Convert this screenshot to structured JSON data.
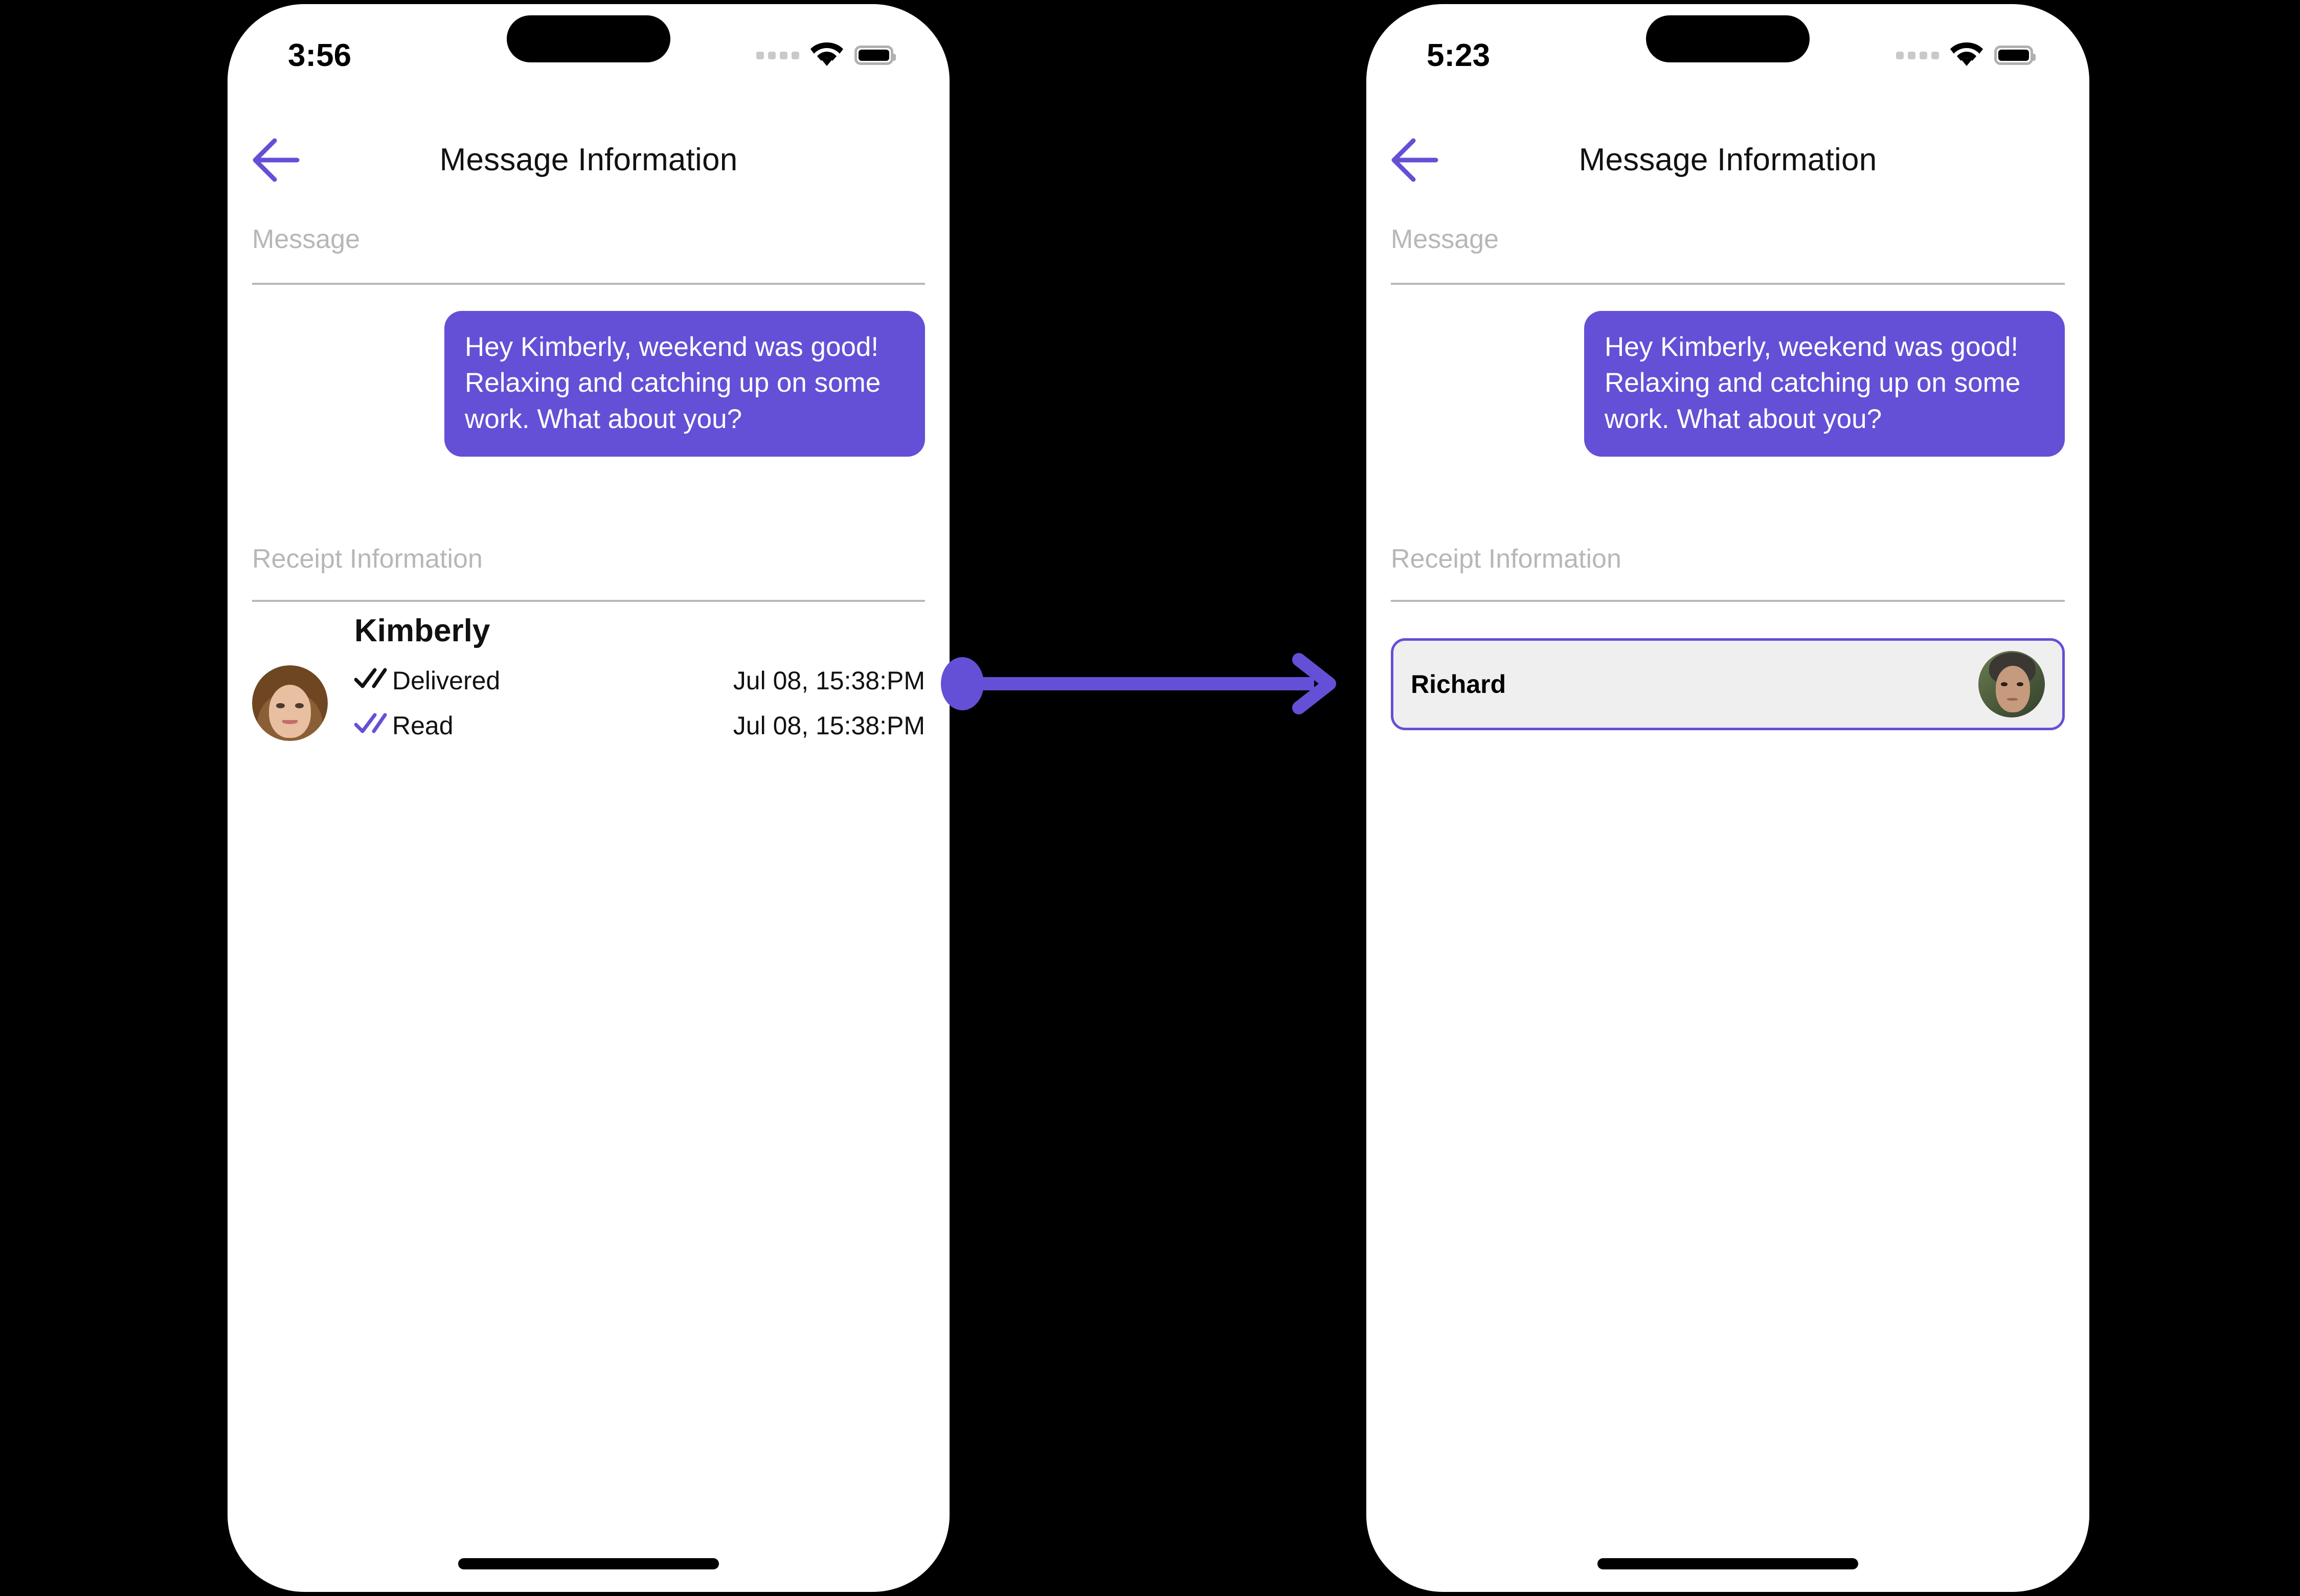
{
  "accent_color": "#6450D6",
  "background_color": "#000000",
  "phone_left": {
    "status": {
      "time": "3:56",
      "cellular_icon": "cellular-dots-icon",
      "wifi_icon": "wifi-icon",
      "battery_icon": "battery-full-icon"
    },
    "nav": {
      "back_icon": "back-arrow-icon",
      "title": "Message Information"
    },
    "sections": {
      "message_label": "Message",
      "receipt_label": "Receipt Information"
    },
    "message": {
      "bubble_text": "Hey Kimberly, weekend was good!  Relaxing and catching up on some work. What about you?",
      "bubble_color": "#6450D6"
    },
    "receipt": {
      "name": "Kimberly",
      "avatar_name": "kimberly-avatar",
      "rows": [
        {
          "icon": "double-check-icon",
          "icon_color": "#111111",
          "status": "Delivered",
          "timestamp": "Jul 08, 15:38:PM"
        },
        {
          "icon": "double-check-icon",
          "icon_color": "#6450D6",
          "status": "Read",
          "timestamp": "Jul 08, 15:38:PM"
        }
      ]
    }
  },
  "phone_right": {
    "status": {
      "time": "5:23",
      "cellular_icon": "cellular-dots-icon",
      "wifi_icon": "wifi-icon",
      "battery_icon": "battery-full-icon"
    },
    "nav": {
      "back_icon": "back-arrow-icon",
      "title": "Message Information"
    },
    "sections": {
      "message_label": "Message",
      "receipt_label": "Receipt Information"
    },
    "message": {
      "bubble_text": "Hey Kimberly, weekend was good!  Relaxing and catching up on some work. What about you?",
      "bubble_color": "#6450D6"
    },
    "selected_contact": {
      "name": "Richard",
      "avatar_name": "richard-avatar",
      "highlight_border_color": "#6450D6",
      "highlight_fill_color": "#efeff0"
    }
  },
  "connector": {
    "icon": "arrow-right-icon",
    "color": "#6450D6"
  }
}
